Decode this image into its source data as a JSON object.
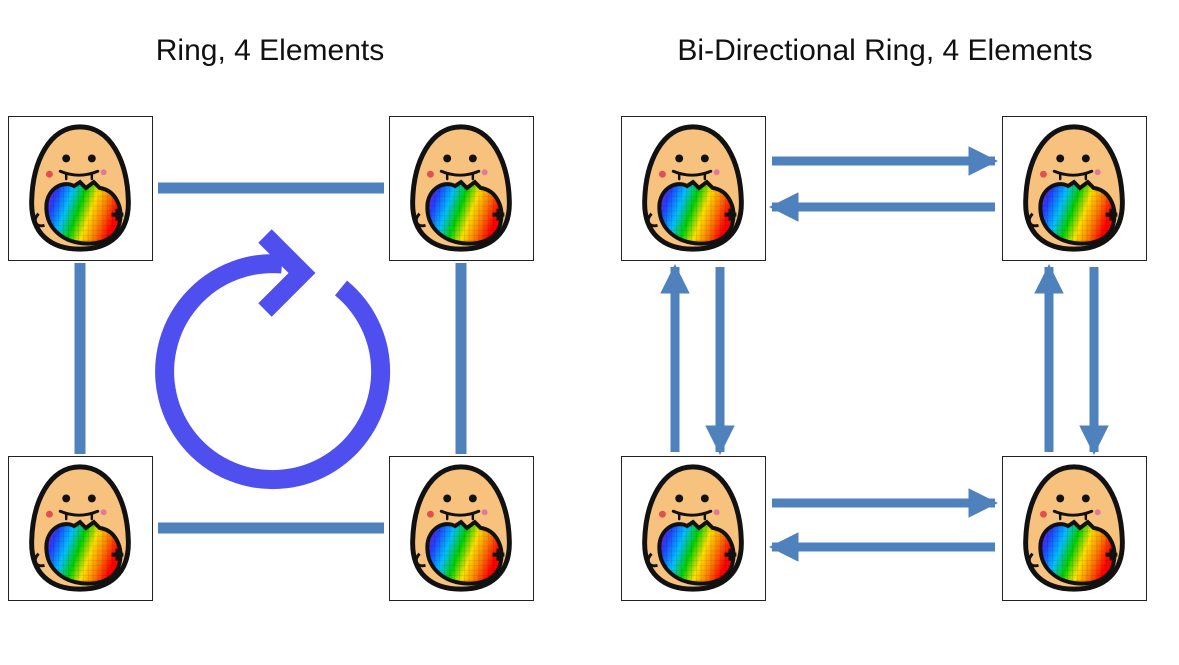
{
  "diagrams": [
    {
      "title": "Ring, 4 Elements",
      "nodes": [
        "top-left",
        "top-right",
        "bottom-left",
        "bottom-right"
      ],
      "connection": "undirected",
      "center_icon": "rotate-clockwise-icon"
    },
    {
      "title": "Bi-Directional Ring, 4 Elements",
      "nodes": [
        "top-left",
        "top-right",
        "bottom-left",
        "bottom-right"
      ],
      "connection": "bidirectional-arrows"
    }
  ],
  "node_icon": "potato-with-rainbow-egg-icon",
  "colors": {
    "connector": "#4f81bd",
    "rotate_icon": "#4f4ff0",
    "potato_body": "#f6c27e",
    "outline": "#111111"
  }
}
